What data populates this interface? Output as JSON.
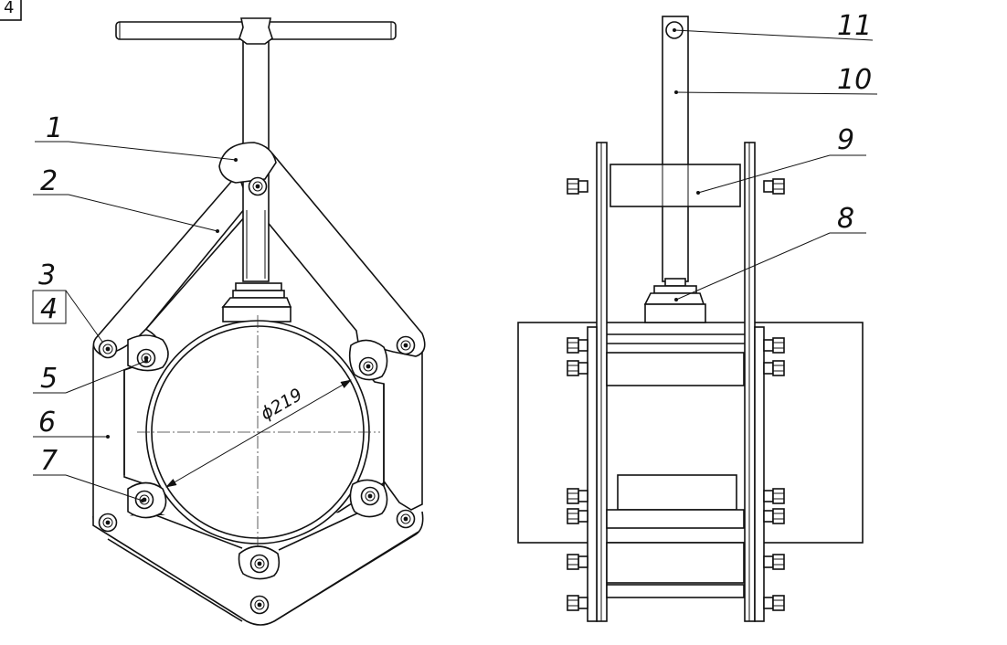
{
  "corner_tag": "4",
  "dimension_label": "ϕ219",
  "callouts": [
    {
      "id": "1",
      "label": "1"
    },
    {
      "id": "2",
      "label": "2"
    },
    {
      "id": "3",
      "label": "3"
    },
    {
      "id": "4",
      "label": "4"
    },
    {
      "id": "5",
      "label": "5"
    },
    {
      "id": "6",
      "label": "6"
    },
    {
      "id": "7",
      "label": "7"
    },
    {
      "id": "8",
      "label": "8"
    },
    {
      "id": "9",
      "label": "9"
    },
    {
      "id": "10",
      "label": "10"
    },
    {
      "id": "11",
      "label": "11"
    }
  ]
}
